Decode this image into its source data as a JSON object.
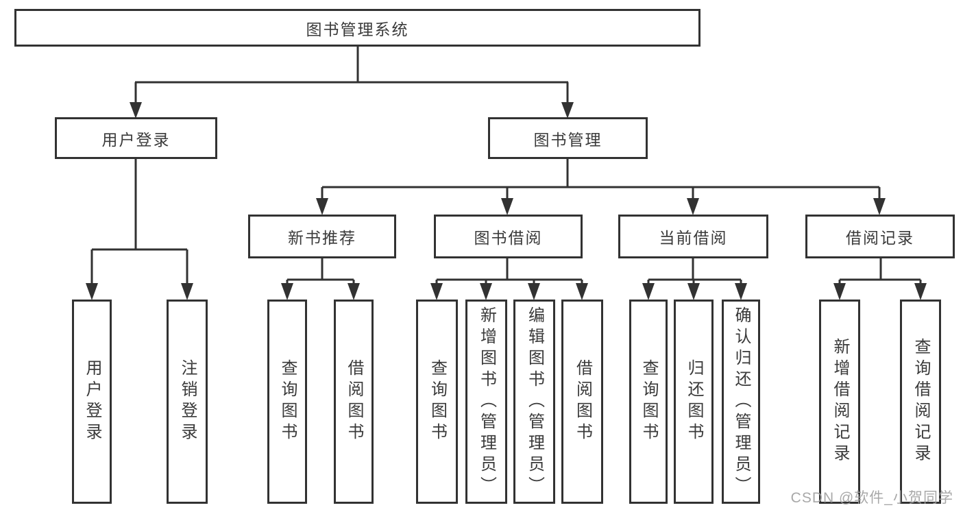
{
  "title": "图书管理系统",
  "tree": {
    "label": "图书管理系统",
    "children": [
      {
        "label": "用户登录",
        "children": [
          {
            "label": "用户登录"
          },
          {
            "label": "注销登录"
          }
        ]
      },
      {
        "label": "图书管理",
        "children": [
          {
            "label": "新书推荐",
            "children": [
              {
                "label": "查询图书"
              },
              {
                "label": "借阅图书"
              }
            ]
          },
          {
            "label": "图书借阅",
            "children": [
              {
                "label": "查询图书"
              },
              {
                "label": "新增图书（管理员）"
              },
              {
                "label": "编辑图书（管理员）"
              },
              {
                "label": "借阅图书"
              }
            ]
          },
          {
            "label": "当前借阅",
            "children": [
              {
                "label": "查询图书"
              },
              {
                "label": "归还图书"
              },
              {
                "label": "确认归还（管理员）"
              }
            ]
          },
          {
            "label": "借阅记录",
            "children": [
              {
                "label": "新增借阅记录"
              },
              {
                "label": "查询借阅记录"
              }
            ]
          }
        ]
      }
    ]
  },
  "watermark": {
    "text": "CSDN @软件_小贺同学"
  },
  "colors": {
    "line": "#323232",
    "box_border": "#323232",
    "text": "#3a3a3a",
    "watermark": "#9f9f9f",
    "background": "#ffffff"
  }
}
